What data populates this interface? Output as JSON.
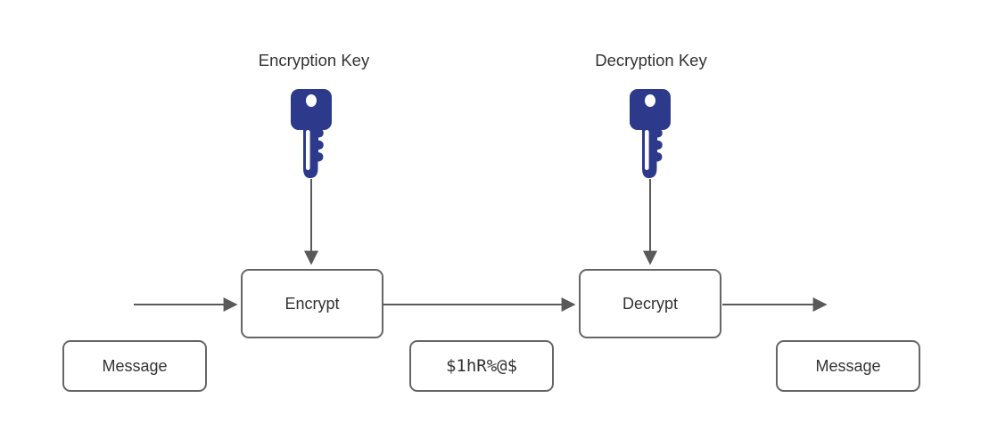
{
  "labels": {
    "encryption_key": "Encryption Key",
    "decryption_key": "Decryption Key"
  },
  "nodes": {
    "encrypt": {
      "label": "Encrypt"
    },
    "decrypt": {
      "label": "Decrypt"
    },
    "message_input": {
      "label": "Message"
    },
    "ciphertext": {
      "label": "$1hR%@$"
    },
    "message_output": {
      "label": "Message"
    }
  },
  "icons": {
    "encryption_key": "key-icon",
    "decryption_key": "key-icon"
  },
  "colors": {
    "key": "#2d3a8c",
    "line": "#595959",
    "border": "#666666",
    "text": "#333333",
    "background": "#ffffff"
  }
}
